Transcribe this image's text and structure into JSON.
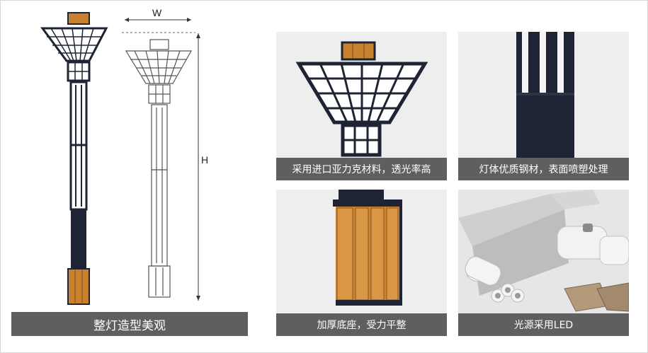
{
  "main": {
    "caption": "整灯造型美观",
    "width_label": "W",
    "height_label": "H"
  },
  "panels": [
    {
      "caption": "采用进口亚力克材料，透光率高"
    },
    {
      "caption": "灯体优质钢材，表面喷塑处理"
    },
    {
      "caption": "加厚底座，受力平整"
    },
    {
      "caption": "光源采用LED"
    }
  ],
  "colors": {
    "caption_bg": "#5f5f5f",
    "panel_bg": "#eeeeee",
    "navy": "#1e2433",
    "wood": "#c8812c"
  }
}
